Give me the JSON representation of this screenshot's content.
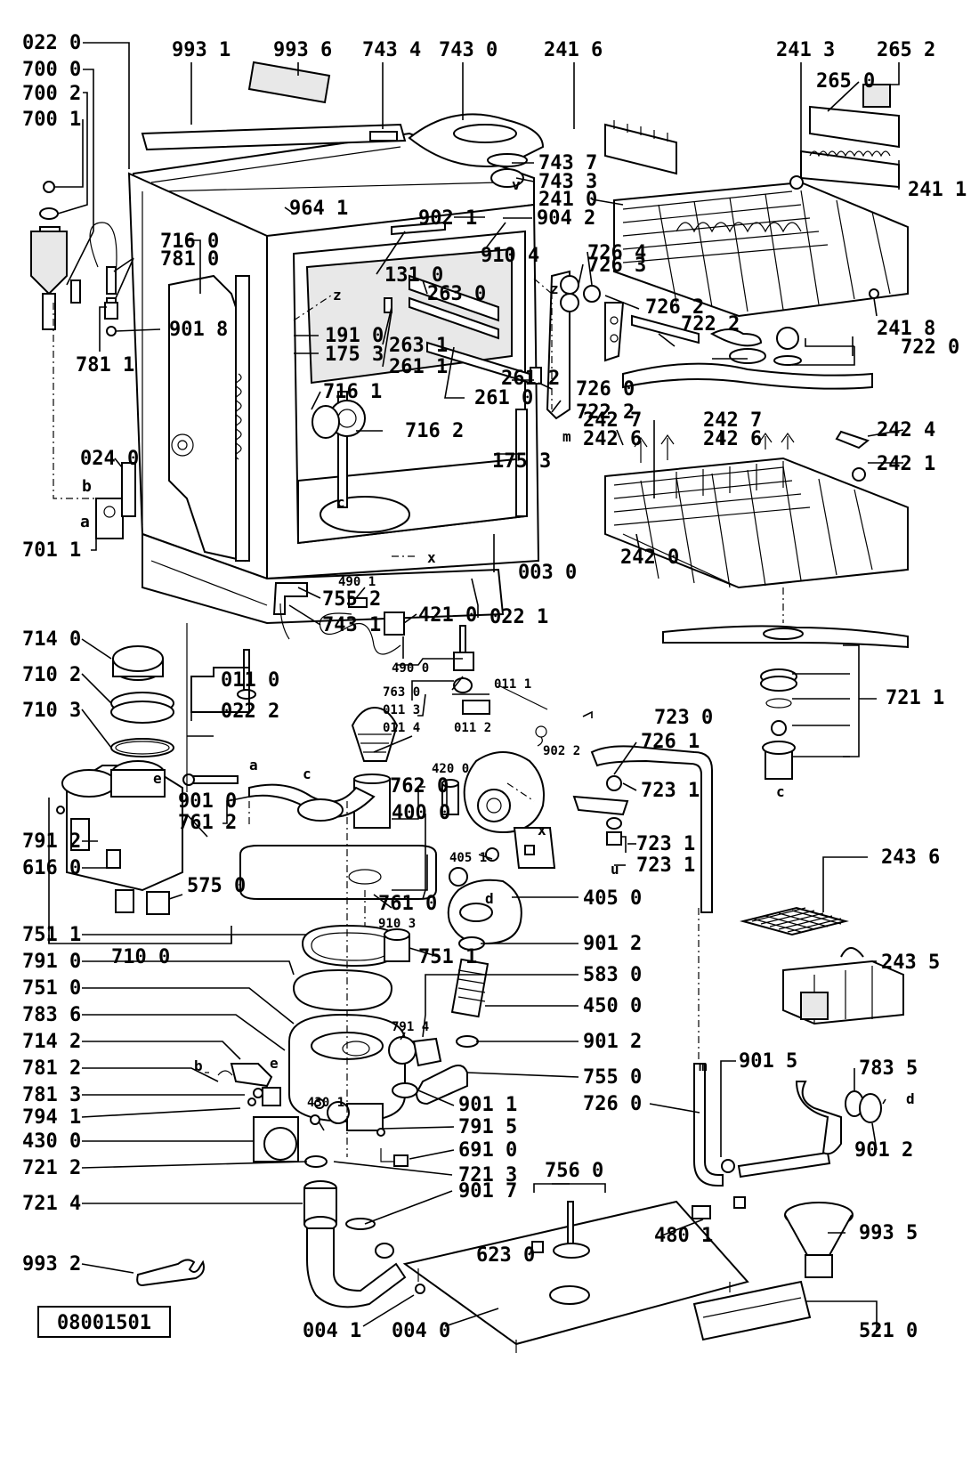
{
  "drawing_number": "08001501",
  "callouts": [
    {
      "id": "c0220",
      "text": "022 0"
    },
    {
      "id": "c7000",
      "text": "700 0"
    },
    {
      "id": "c7002",
      "text": "700 2"
    },
    {
      "id": "c7001",
      "text": "700 1"
    },
    {
      "id": "c9931",
      "text": "993 1"
    },
    {
      "id": "c9936",
      "text": "993 6"
    },
    {
      "id": "c7434",
      "text": "743 4"
    },
    {
      "id": "c7430",
      "text": "743 0"
    },
    {
      "id": "c2416",
      "text": "241 6"
    },
    {
      "id": "c2413",
      "text": "241 3"
    },
    {
      "id": "c2652",
      "text": "265 2"
    },
    {
      "id": "c2650",
      "text": "265 0"
    },
    {
      "id": "c7437",
      "text": "743 7"
    },
    {
      "id": "c7433",
      "text": "743 3"
    },
    {
      "id": "c2410",
      "text": "241 0"
    },
    {
      "id": "c2411",
      "text": "241 1"
    },
    {
      "id": "c9641",
      "text": "964 1"
    },
    {
      "id": "c9021",
      "text": "902 1"
    },
    {
      "id": "c9042",
      "text": "904 2"
    },
    {
      "id": "c9104",
      "text": "910 4"
    },
    {
      "id": "c7160",
      "text": "716 0"
    },
    {
      "id": "c7810",
      "text": "781 0"
    },
    {
      "id": "c1310",
      "text": "131 0"
    },
    {
      "id": "c2630",
      "text": "263 0"
    },
    {
      "id": "c7264",
      "text": "726 4"
    },
    {
      "id": "c7263",
      "text": "726 3"
    },
    {
      "id": "c7262",
      "text": "726 2"
    },
    {
      "id": "c2418",
      "text": "241 8"
    },
    {
      "id": "c9018",
      "text": "901 8"
    },
    {
      "id": "c7811",
      "text": "781 1"
    },
    {
      "id": "c1910",
      "text": "191 0"
    },
    {
      "id": "c1753a",
      "text": "175 3"
    },
    {
      "id": "c2631",
      "text": "263 1"
    },
    {
      "id": "c2611",
      "text": "261 1"
    },
    {
      "id": "c7222a",
      "text": "722 2"
    },
    {
      "id": "c7220",
      "text": "722 0"
    },
    {
      "id": "c7161",
      "text": "716 1"
    },
    {
      "id": "c2612",
      "text": "261 2"
    },
    {
      "id": "c2610",
      "text": "261 0"
    },
    {
      "id": "c7260",
      "text": "726 0"
    },
    {
      "id": "c7222b",
      "text": "722 2"
    },
    {
      "id": "c7162",
      "text": "716 2"
    },
    {
      "id": "c1753b",
      "text": "175 3"
    },
    {
      "id": "c2427a",
      "text": "242 7"
    },
    {
      "id": "c2427b",
      "text": "242 7"
    },
    {
      "id": "c2424",
      "text": "242 4"
    },
    {
      "id": "c2426a",
      "text": "242 6"
    },
    {
      "id": "c2426b",
      "text": "242 6"
    },
    {
      "id": "c2421",
      "text": "242 1"
    },
    {
      "id": "c0240",
      "text": "024 0"
    },
    {
      "id": "c7011",
      "text": "701 1"
    },
    {
      "id": "c0030",
      "text": "003 0"
    },
    {
      "id": "c2420",
      "text": "242 0"
    },
    {
      "id": "c4901",
      "text": "490 1"
    },
    {
      "id": "c4210",
      "text": "421 0"
    },
    {
      "id": "c0221",
      "text": "022 1"
    },
    {
      "id": "c7140",
      "text": "714 0"
    },
    {
      "id": "c7552",
      "text": "755 2"
    },
    {
      "id": "c7431",
      "text": "743 1"
    },
    {
      "id": "c4900",
      "text": "490 0"
    },
    {
      "id": "c7102",
      "text": "710 2"
    },
    {
      "id": "c0110",
      "text": "011 0"
    },
    {
      "id": "c7630",
      "text": "763 0"
    },
    {
      "id": "c0111",
      "text": "011 1"
    },
    {
      "id": "c7230",
      "text": "723 0"
    },
    {
      "id": "c7261",
      "text": "726 1"
    },
    {
      "id": "c7103",
      "text": "710 3"
    },
    {
      "id": "c0222",
      "text": "022 2"
    },
    {
      "id": "c0113",
      "text": "011 3"
    },
    {
      "id": "c0114",
      "text": "011 4"
    },
    {
      "id": "c0112",
      "text": "011 2"
    },
    {
      "id": "c9022",
      "text": "902 2"
    },
    {
      "id": "c7211",
      "text": "721 1"
    },
    {
      "id": "c4200",
      "text": "420 0"
    },
    {
      "id": "c7620",
      "text": "762 0"
    },
    {
      "id": "c7231a",
      "text": "723 1"
    },
    {
      "id": "c9010",
      "text": "901 0"
    },
    {
      "id": "c4000",
      "text": "400 0"
    },
    {
      "id": "c7612",
      "text": "761 2"
    },
    {
      "id": "c7912",
      "text": "791 2"
    },
    {
      "id": "c7231b",
      "text": "723 1"
    },
    {
      "id": "c7231c",
      "text": "723 1"
    },
    {
      "id": "c6160",
      "text": "616 0"
    },
    {
      "id": "c5750",
      "text": "575 0"
    },
    {
      "id": "c4051",
      "text": "405 1"
    },
    {
      "id": "c2436",
      "text": "243 6"
    },
    {
      "id": "c7610",
      "text": "761 0"
    },
    {
      "id": "c7100",
      "text": "710 0"
    },
    {
      "id": "c9103",
      "text": "910 3"
    },
    {
      "id": "c4050",
      "text": "405 0"
    },
    {
      "id": "c2435",
      "text": "243 5"
    },
    {
      "id": "c7511a",
      "text": "751 1"
    },
    {
      "id": "c7511b",
      "text": "751 1"
    },
    {
      "id": "c9012a",
      "text": "901 2"
    },
    {
      "id": "c7910",
      "text": "791 0"
    },
    {
      "id": "c5830",
      "text": "583 0"
    },
    {
      "id": "c7510",
      "text": "751 0"
    },
    {
      "id": "c4500",
      "text": "450 0"
    },
    {
      "id": "c7836",
      "text": "783 6"
    },
    {
      "id": "c7914",
      "text": "791 4"
    },
    {
      "id": "c7142",
      "text": "714 2"
    },
    {
      "id": "c9012b",
      "text": "901 2"
    },
    {
      "id": "c7812",
      "text": "781 2"
    },
    {
      "id": "c7550",
      "text": "755 0"
    },
    {
      "id": "c9015",
      "text": "901 5"
    },
    {
      "id": "c7835",
      "text": "783 5"
    },
    {
      "id": "c7813",
      "text": "781 3"
    },
    {
      "id": "c9011",
      "text": "901 1"
    },
    {
      "id": "c7941",
      "text": "794 1"
    },
    {
      "id": "c4301",
      "text": "430 1"
    },
    {
      "id": "c7915",
      "text": "791 5"
    },
    {
      "id": "c7260b",
      "text": "726 0"
    },
    {
      "id": "c4300",
      "text": "430 0"
    },
    {
      "id": "c6910",
      "text": "691 0"
    },
    {
      "id": "c9012c",
      "text": "901 2"
    },
    {
      "id": "c7212",
      "text": "721 2"
    },
    {
      "id": "c7213",
      "text": "721 3"
    },
    {
      "id": "c7560",
      "text": "756 0"
    },
    {
      "id": "c7214",
      "text": "721 4"
    },
    {
      "id": "c9017",
      "text": "901 7"
    },
    {
      "id": "c4801",
      "text": "480 1"
    },
    {
      "id": "c9935",
      "text": "993 5"
    },
    {
      "id": "c9932",
      "text": "993 2"
    },
    {
      "id": "c6230",
      "text": "623 0"
    },
    {
      "id": "c0041",
      "text": "004 1"
    },
    {
      "id": "c0040",
      "text": "004 0"
    },
    {
      "id": "c5210",
      "text": "521 0"
    }
  ],
  "connector_letters": [
    "a",
    "b",
    "c",
    "d",
    "e",
    "m",
    "u",
    "v",
    "x",
    "z"
  ]
}
